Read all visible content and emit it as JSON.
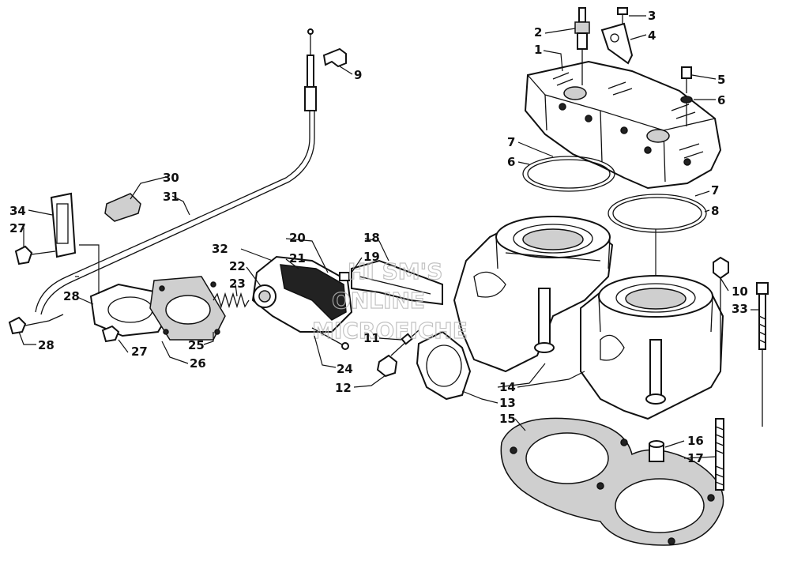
{
  "watermark": {
    "line1": "HI SM'S",
    "line2": "ONLINE",
    "line3": "MICROFICHE"
  },
  "callouts": [
    {
      "id": "c1",
      "label": "1"
    },
    {
      "id": "c2",
      "label": "2"
    },
    {
      "id": "c3",
      "label": "3"
    },
    {
      "id": "c4",
      "label": "4"
    },
    {
      "id": "c5",
      "label": "5"
    },
    {
      "id": "c6a",
      "label": "6"
    },
    {
      "id": "c6b",
      "label": "6"
    },
    {
      "id": "c7a",
      "label": "7"
    },
    {
      "id": "c7b",
      "label": "7"
    },
    {
      "id": "c8",
      "label": "8"
    },
    {
      "id": "c9",
      "label": "9"
    },
    {
      "id": "c10",
      "label": "10"
    },
    {
      "id": "c11",
      "label": "11"
    },
    {
      "id": "c12",
      "label": "12"
    },
    {
      "id": "c13",
      "label": "13"
    },
    {
      "id": "c14",
      "label": "14"
    },
    {
      "id": "c15",
      "label": "15"
    },
    {
      "id": "c16",
      "label": "16"
    },
    {
      "id": "c17",
      "label": "17"
    },
    {
      "id": "c18",
      "label": "18"
    },
    {
      "id": "c19",
      "label": "19"
    },
    {
      "id": "c20",
      "label": "20"
    },
    {
      "id": "c21",
      "label": "21"
    },
    {
      "id": "c22",
      "label": "22"
    },
    {
      "id": "c23",
      "label": "23"
    },
    {
      "id": "c24",
      "label": "24"
    },
    {
      "id": "c25",
      "label": "25"
    },
    {
      "id": "c26",
      "label": "26"
    },
    {
      "id": "c27a",
      "label": "27"
    },
    {
      "id": "c27b",
      "label": "27"
    },
    {
      "id": "c28a",
      "label": "28"
    },
    {
      "id": "c28b",
      "label": "28"
    },
    {
      "id": "c30",
      "label": "30"
    },
    {
      "id": "c31",
      "label": "31"
    },
    {
      "id": "c32",
      "label": "32"
    },
    {
      "id": "c33",
      "label": "33"
    },
    {
      "id": "c34",
      "label": "34"
    }
  ]
}
